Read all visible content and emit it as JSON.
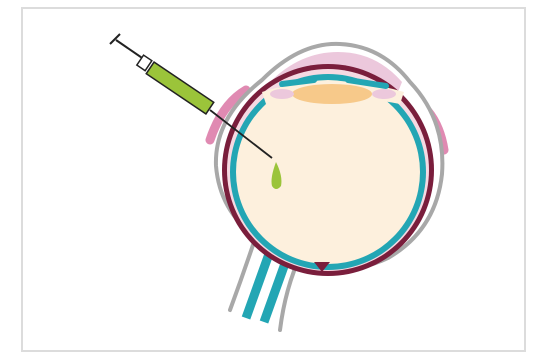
{
  "diagram": {
    "subject": "intravitreal-injection",
    "parts": [
      "syringe",
      "needle",
      "injected-drop",
      "sclera",
      "choroid",
      "retina",
      "vitreous",
      "lens",
      "cornea",
      "eyelids",
      "optic-nerve"
    ]
  },
  "colors": {
    "frame_border": "#dcdcdc",
    "sclera_outline": "#a8a8a8",
    "choroid": "#7a1e3c",
    "retina": "#23a6b4",
    "vitreous": "#fdf0dd",
    "lens": "#f7c98a",
    "cornea_fill": "#ecc8dc",
    "eyelid": "#e08ab2",
    "syringe_body": "#9bc43a",
    "drop": "#9bc43a",
    "line": "#222222"
  }
}
